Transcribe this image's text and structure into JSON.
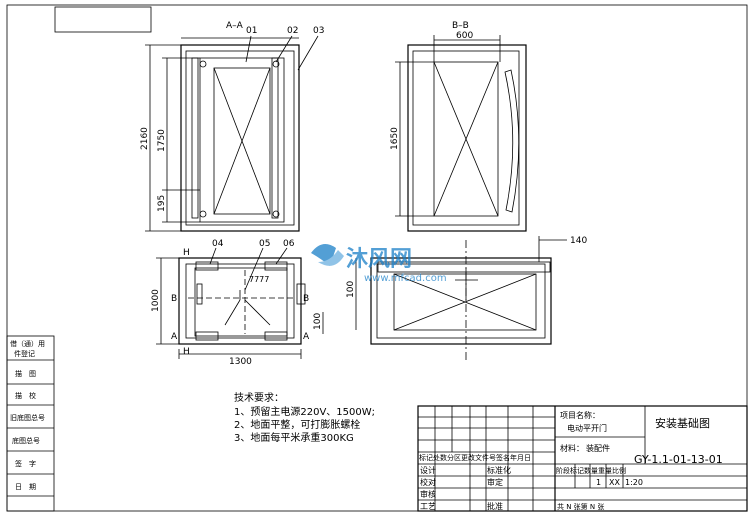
{
  "section_labels": {
    "aa": "A–A",
    "bb": "B–B",
    "h_left": "H",
    "h_bottom": "H",
    "b_left": "B",
    "b_right": "B",
    "a_left": "A",
    "a_right": "A"
  },
  "callouts": [
    "01",
    "02",
    "03",
    "04",
    "05",
    "06"
  ],
  "dimensions": {
    "height_total": "2160",
    "height_door": "1750",
    "height_base": "195",
    "width_bb": "600",
    "height_bb": "1650",
    "plan_width": "1300",
    "plan_depth": "1000",
    "plan_100": "100",
    "side_100": "100",
    "side_140": "140",
    "leader_x": "7777"
  },
  "tech_notes": {
    "title": "技术要求：",
    "items": [
      "1、预留主电源220V、1500W;",
      "2、地面平整，可打膨胀螺栓",
      "3、地面每平米承重300KG"
    ]
  },
  "left_strip": [
    "借（通）用",
    "件登记",
    "描　图",
    "描　校",
    "旧底图总号",
    "底图总号",
    "签　字",
    "日　期"
  ],
  "title_block": {
    "project_label": "项目名称：",
    "project_value": "电动平开门",
    "material_label": "材料：",
    "material_value": "装配件",
    "drawing_title": "安装基础图",
    "drawing_no": "GY-1.1-01-13-01",
    "revision_header": "标记处数分区更改文件号签名年月日",
    "roles": [
      "设计",
      "校对",
      "审核",
      "工艺"
    ],
    "roles_right": [
      "标准化",
      "审定",
      "",
      "批准"
    ],
    "stage_header": "阶段标记数量重量比例",
    "quantity": "1",
    "weight": "XX",
    "scale": "1:20",
    "sheet": "共  N  张第  N  张"
  },
  "watermark": {
    "brand": "沐风网",
    "url": "www.mfcad.com",
    "color": "#1a7fc8"
  }
}
